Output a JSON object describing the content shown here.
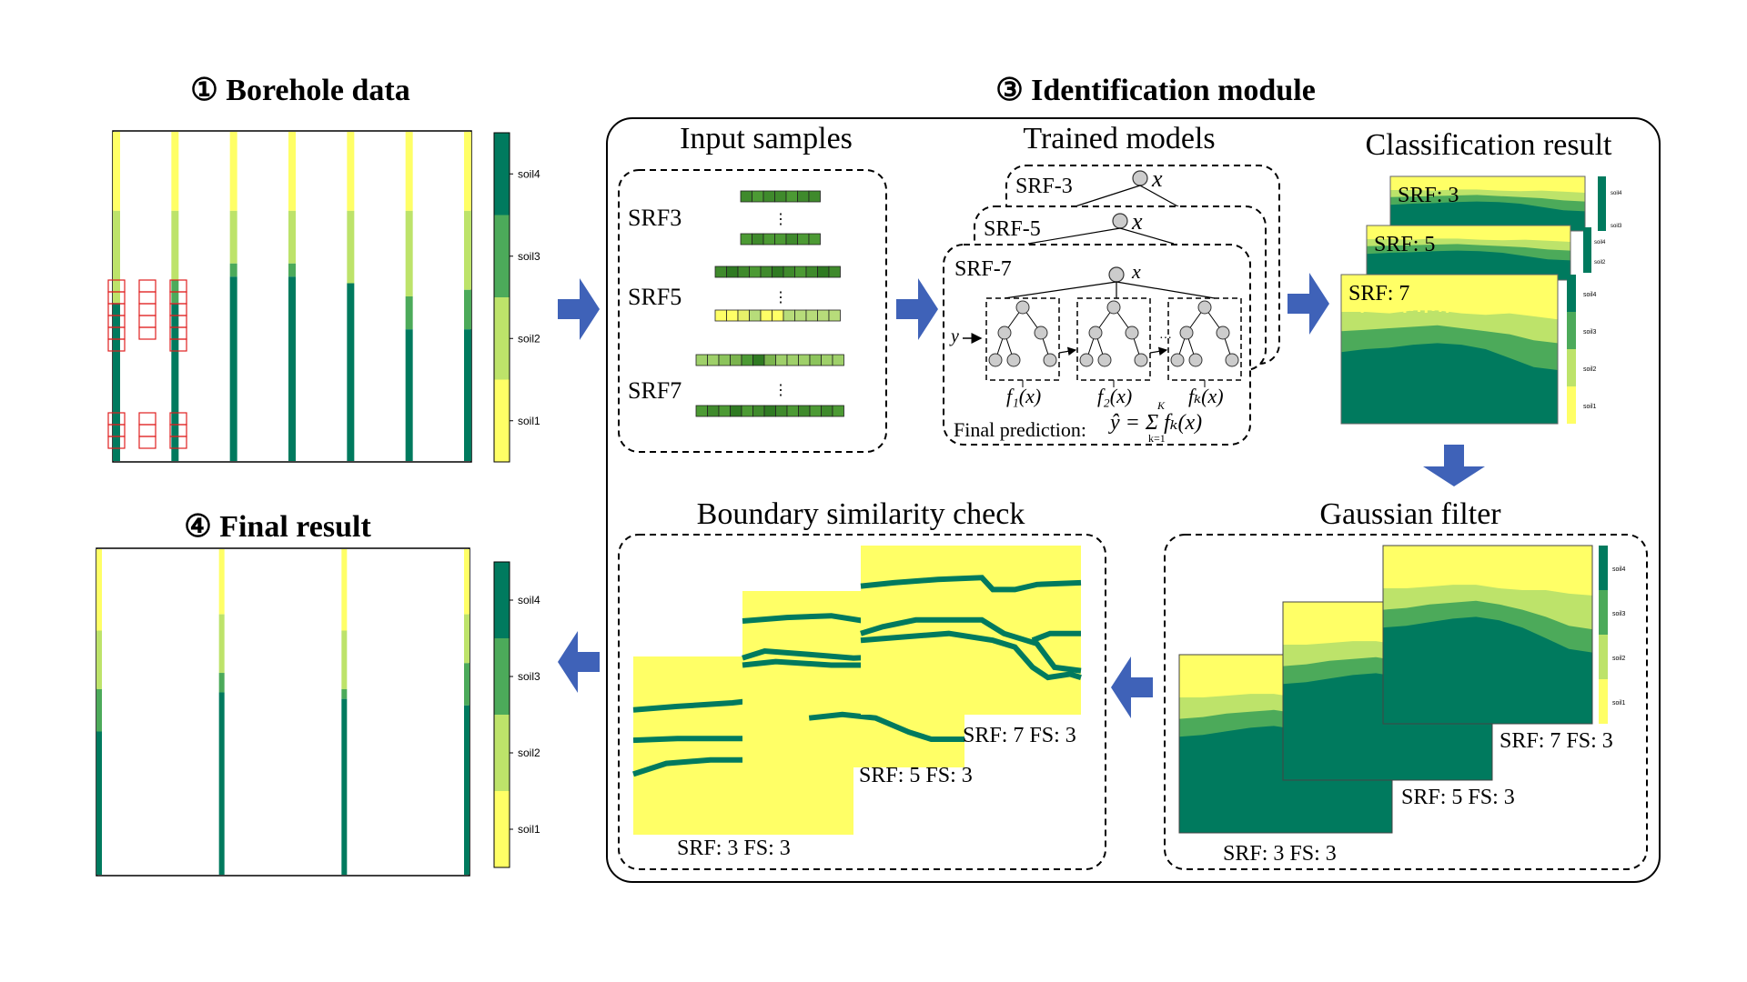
{
  "colors": {
    "soil1": "#ffff66",
    "soil2": "#bde36a",
    "soil3": "#4caa5a",
    "soil4": "#007a5e",
    "arrow": "#3f62b8",
    "sample_red": "#e02020"
  },
  "section1": {
    "title": "① Borehole data"
  },
  "section3": {
    "title": "③ Identification module"
  },
  "section4": {
    "title": "④ Final result"
  },
  "legend_labels": [
    "soil4",
    "soil3",
    "soil2",
    "soil1"
  ],
  "boreholes": {
    "columns": [
      [
        [
          "soil1",
          0.24
        ],
        [
          "soil2",
          0.52
        ],
        [
          "soil4",
          1.0
        ]
      ],
      [
        [
          "soil1",
          0.24
        ],
        [
          "soil2",
          0.45
        ],
        [
          "soil3",
          0.52
        ],
        [
          "soil4",
          1.0
        ]
      ],
      [
        [
          "soil1",
          0.24
        ],
        [
          "soil2",
          0.4
        ],
        [
          "soil3",
          0.44
        ],
        [
          "soil4",
          1.0
        ]
      ],
      [
        [
          "soil1",
          0.24
        ],
        [
          "soil2",
          0.4
        ],
        [
          "soil3",
          0.44
        ],
        [
          "soil4",
          1.0
        ]
      ],
      [
        [
          "soil1",
          0.24
        ],
        [
          "soil2",
          0.46
        ],
        [
          "soil4",
          1.0
        ]
      ],
      [
        [
          "soil1",
          0.24
        ],
        [
          "soil2",
          0.5
        ],
        [
          "soil3",
          0.6
        ],
        [
          "soil4",
          1.0
        ]
      ],
      [
        [
          "soil1",
          0.24
        ],
        [
          "soil2",
          0.48
        ],
        [
          "soil3",
          0.6
        ],
        [
          "soil4",
          1.0
        ]
      ]
    ]
  },
  "final_result": {
    "columns": [
      [
        [
          "soil1",
          0.25
        ],
        [
          "soil2",
          0.43
        ],
        [
          "soil3",
          0.56
        ],
        [
          "soil4",
          1.0
        ]
      ],
      [
        [
          "soil1",
          0.2
        ],
        [
          "soil2",
          0.38
        ],
        [
          "soil3",
          0.44
        ],
        [
          "soil4",
          1.0
        ]
      ],
      [
        [
          "soil1",
          0.25
        ],
        [
          "soil2",
          0.43
        ],
        [
          "soil3",
          0.46
        ],
        [
          "soil4",
          1.0
        ]
      ],
      [
        [
          "soil1",
          0.2
        ],
        [
          "soil2",
          0.35
        ],
        [
          "soil3",
          0.48
        ],
        [
          "soil4",
          1.0
        ]
      ]
    ]
  },
  "input_samples": {
    "title": "Input samples",
    "labels": [
      "SRF3",
      "SRF5",
      "SRF7"
    ],
    "dots": "⋮"
  },
  "trained_models": {
    "title": "Trained models",
    "models": [
      "SRF-3",
      "SRF-5",
      "SRF-7"
    ],
    "x_symbol": "x",
    "y_symbol": "y",
    "f1": "f₁(x)",
    "f2": "f₂(x)",
    "fk": "fₖ(x)",
    "ellipsis": "···",
    "final_prediction_label": "Final prediction:",
    "final_prediction_formula": "ŷ = Σ fₖ(x)",
    "sum_top": "K",
    "sum_bottom": "k=1"
  },
  "classification_result": {
    "title": "Classification result",
    "labels": [
      "SRF: 3",
      "SRF: 5",
      "SRF: 7"
    ],
    "mini_legend_labels": [
      "soil4",
      "soil3",
      "soil2",
      "soil1"
    ]
  },
  "gaussian_filter": {
    "title": "Gaussian filter",
    "captions": [
      "SRF: 3  FS: 3",
      "SRF: 5  FS: 3",
      "SRF: 7  FS: 3"
    ]
  },
  "boundary_check": {
    "title": "Boundary similarity check",
    "captions": [
      "SRF: 3  FS: 3",
      "SRF: 5  FS: 3",
      "SRF: 7  FS: 3"
    ]
  }
}
